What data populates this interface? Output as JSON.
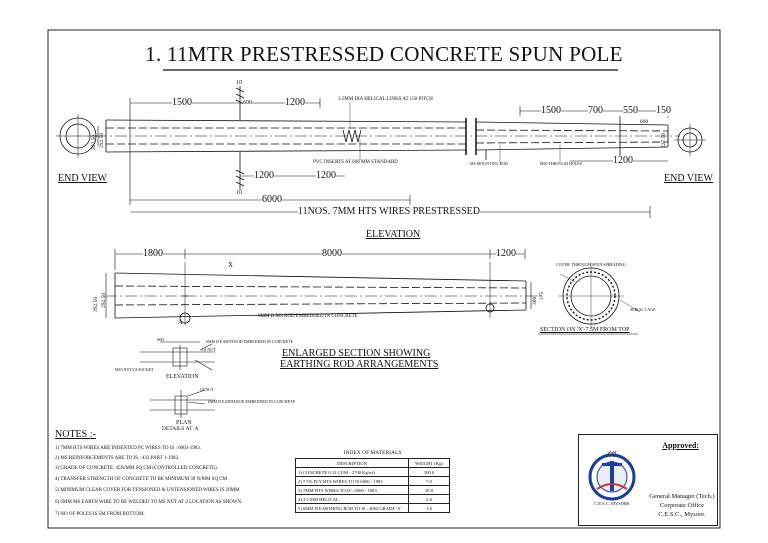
{
  "title": "1. 11MTR PRESTRESSED CONCRETE SPUN POLE",
  "views": {
    "end_view_left": "END VIEW",
    "end_view_right": "END VIEW",
    "elevation": "ELEVATION",
    "enlarged_section": "ENLARGED SECTION SHOWING",
    "earthing_rod": "EARTHING ROD ARRANGEMENTS",
    "section_xx": "SECTION ON 'X'-7.5M FROM TOP",
    "detail_elevation": "ELEVATION",
    "detail_plan": "PLAN",
    "details_at_a": "DETAILS AT 'A'"
  },
  "dimensions": {
    "top_1500": "1500",
    "top_600": "600",
    "top_1200": "1200",
    "right_1500": "1500",
    "right_700": "700",
    "right_550": "550",
    "right_150": "150",
    "right_600": "600",
    "right_1200": "1200",
    "bot_1200a": "1200",
    "bot_1200b": "1200",
    "span_6000": "6000",
    "plan_1800": "1800",
    "plan_8000": "8000",
    "plan_1200": "1200",
    "dia_left_a": "392.50",
    "dia_left_b": "292.50",
    "dia_right_a": "227.50",
    "dia_plan_a": "392.50",
    "dia_plan_b": "292.50",
    "dia_plan_c": "300",
    "dia_plan_d": "175",
    "mark_10a": "10",
    "mark_10b": "10",
    "wires": "11NOS. 7MM HTS WIRES PRESTRESSED",
    "x_mark": "X",
    "a_mark": "A"
  },
  "callouts": {
    "helical": "3.5MM DIA HELICAL LINKS AT 150 PITCH",
    "pvc": "PVC INSERTS AT 600 MM STANDARD",
    "ms_rod": "MS MOUNTING ROD",
    "m20": "M20 THROUGH HOLES",
    "earth_rod": "6MM D MS ROD EMBEDDED IN CONCRETE",
    "cover": "COVER, THROUGH SPUN SPREADING",
    "section_note": "SPIRAL CAGE",
    "d1": "6MM D EARTH ROD EMBEDDED IN CONCRETE",
    "d2": "GI NUT",
    "d3": "M10 NUT/GI SOCKET",
    "d4": "GI NUT",
    "d5": "6MM D EARTH ROD EMBEDDED IN CONCRETE",
    "d6": "600"
  },
  "notes": {
    "heading": "NOTES :-",
    "items": [
      "1) 7MM HTS WIRES ARE INDENTED PC WIRES TO IS : 6003-1983.",
      "2) MS REINFORCEMENTS ARE TO IS : 432 PART 1-1982.",
      "3) GRADE OF CONCRETE: 45N/MM SQ CM (CONTROLLED CONCRETE).",
      "4) TRANSFER STRENGTH OF CONCRETE TO BE MINIMUM 30 N/MM SQ CM",
      "5) MINIMUM CLEAR COVER FOR TENSIONED & UNTENSIONED WIRES IS 20MM",
      "6) 6MM MS EARTH WIRE TO BE WELDED TO MS NUT AT 2 LOCATION AS SHOWN.",
      "7) NO OF POLES IS 5M FROM BOTTOM."
    ]
  },
  "materials": {
    "heading": "INDEX OF MATERIALS",
    "col_desc": "DESCRIPTION",
    "col_weight": "WEIGHT (Kg)",
    "rows": [
      {
        "desc": "1) CONCRETE 0.12 CUM - 2700 Kg/m3",
        "weight": "300.0"
      },
      {
        "desc": "2) 7.5% PLY HTS WIRES TO IS 6006 - 1983",
        "weight": "7.0"
      },
      {
        "desc": "3) 7MM HTS WIRES TO IS : 6006 - 1983",
        "weight": "28.8"
      },
      {
        "desc": "4) 3.5 MM HELICAL",
        "weight": "2.6"
      },
      {
        "desc": "5) 6MM D EARTHING ROD TO IS : 2062 GRADE 'A'",
        "weight": "1.6"
      }
    ]
  },
  "approval": {
    "approved": "Approved:",
    "line1": "General Manager (Tech.)",
    "line2": "Corporate Office",
    "line3": "C.E.S.C., Mysore.",
    "logo_top": "ಸೆಸ್ಕ್",
    "logo_bottom": "C.E.S.C. MYSORE"
  }
}
